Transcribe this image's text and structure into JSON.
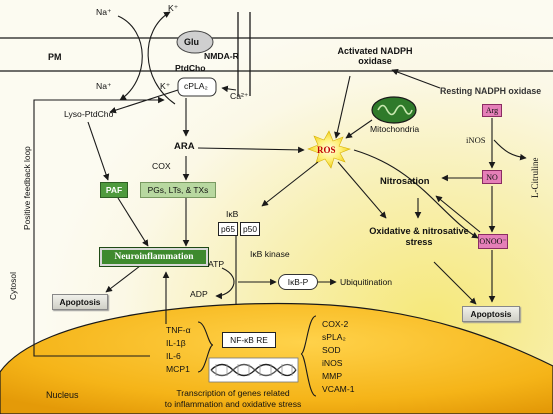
{
  "ions": {
    "na_top": "Na⁺",
    "k_top": "K⁺",
    "na_low": "Na⁺",
    "k_low": "K⁺",
    "ca": "Ca²⁺"
  },
  "membrane": {
    "pm": "PM",
    "glu": "Glu",
    "nmda": "NMDA-R",
    "ptdcho": "PtdCho",
    "cpla2": "cPLA₂"
  },
  "nadph": {
    "activated": "Activated NADPH oxidase",
    "resting": "Resting NADPH oxidase"
  },
  "mito": {
    "label": "Mitochondria"
  },
  "ros": "ROS",
  "lipid": {
    "lyso": "Lyso-PtdCho",
    "ara": "ARA",
    "cox": "COX",
    "paf": "PAF",
    "pgs": "PGs, LTs, & TXs"
  },
  "neuroinflammation": "Neuroinflammation",
  "nfkb": {
    "ikb": "IκB",
    "p65": "p65",
    "p50": "p50",
    "kinase": "IκB kinase",
    "atp": "ATP",
    "adp": "ADP",
    "ikbp": "IκB-P",
    "ubiq": "Ubiquitination",
    "re": "NF-κB RE"
  },
  "apoptosis_left": "Apoptosis",
  "apoptosis_right": "Apoptosis",
  "nos": {
    "arg": "Arg",
    "inos": "iNOS",
    "citrulline": "L-Citruline",
    "no": "NO",
    "onoo": "ONOO⁻"
  },
  "stress": {
    "nitrosation": "Nitrosation",
    "oxnit_line1": "Oxidative & nitrosative",
    "oxnit_line2": "stress"
  },
  "left_loop": {
    "cytosol": "Cytosol",
    "feedback": "Positive feedback loop"
  },
  "cytokines": [
    "TNF-α",
    "IL-1β",
    "IL-6",
    "MCP1"
  ],
  "genes": [
    "COX-2",
    "sPLA₂",
    "SOD",
    "iNOS",
    "MMP",
    "VCAM-1"
  ],
  "nucleus": {
    "label": "Nucleus",
    "transcription_line1": "Transcription of genes related",
    "transcription_line2": "to inflammation and oxidative stress"
  }
}
